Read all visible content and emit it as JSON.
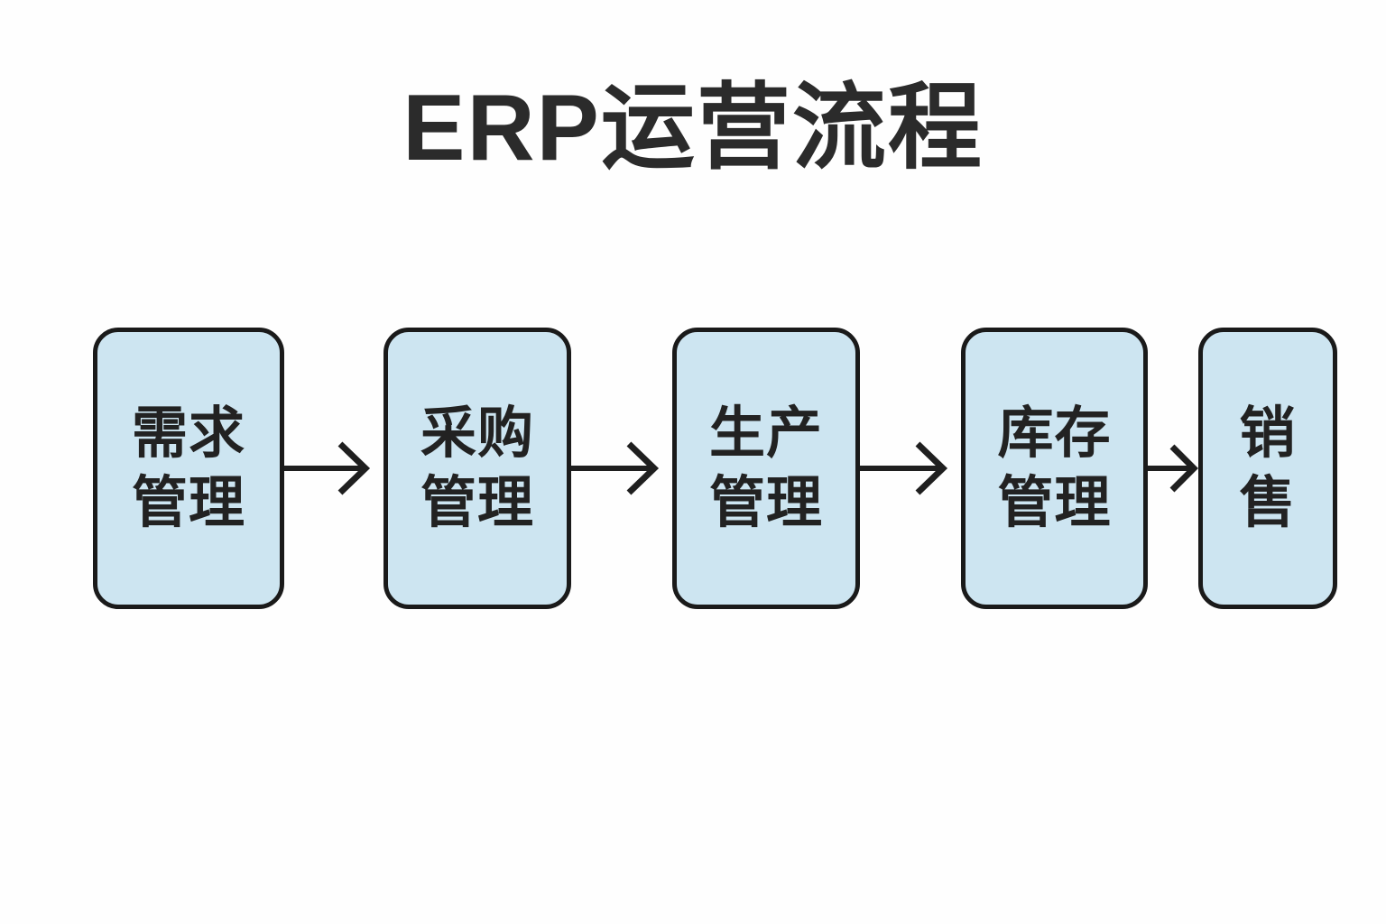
{
  "title": "ERP运营流程",
  "colors": {
    "background": "#fefefe",
    "node_fill": "#cde5f1",
    "node_border": "#1a1a1a",
    "node_text": "#222222",
    "title_text": "#2b2b2b",
    "arrow": "#1f1f1f"
  },
  "flow": {
    "nodes": [
      {
        "id": "demand-management",
        "label": "需求管理",
        "lines": [
          "需求",
          "管理"
        ]
      },
      {
        "id": "procurement-management",
        "label": "采购管理",
        "lines": [
          "采购",
          "管理"
        ]
      },
      {
        "id": "production-management",
        "label": "生产管理",
        "lines": [
          "生产",
          "管理"
        ]
      },
      {
        "id": "inventory-management",
        "label": "库存管理",
        "lines": [
          "库存",
          "管理"
        ]
      },
      {
        "id": "sales",
        "label": "销售",
        "lines": [
          "销",
          "售"
        ]
      }
    ],
    "edges": [
      {
        "from": "需求管理",
        "to": "采购管理"
      },
      {
        "from": "采购管理",
        "to": "生产管理"
      },
      {
        "from": "生产管理",
        "to": "库存管理"
      },
      {
        "from": "库存管理",
        "to": "销售"
      }
    ]
  }
}
